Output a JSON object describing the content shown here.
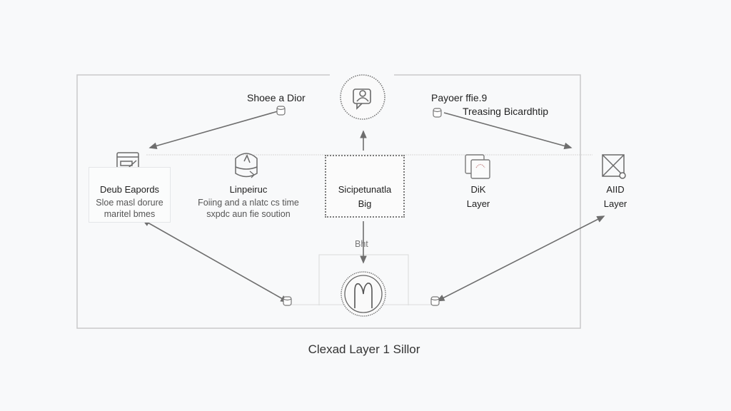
{
  "diagram": {
    "caption": "Clexad Layer 1 Sillor",
    "colors": {
      "background": "#f8f9fa",
      "frame": "#c9c9c9",
      "arrow": "#6e6e6e",
      "text": "#2b2b2b",
      "subtext": "#555555"
    },
    "top_node": {
      "icon": "chat-user-icon"
    },
    "bottom_node": {
      "icon": "monitor-m-icon"
    },
    "annotations": {
      "top_left": "Shoee a Dior",
      "top_right_a": "Payoer ffie.9",
      "top_right_b": "Treasing Bicardhtip",
      "bottom_center": "Bht"
    },
    "nodes": [
      {
        "id": "deub-eapords",
        "title": "Deub Eapords",
        "subtitle_1": "Sloe masl dorure",
        "subtitle_2": "maritel bmes",
        "icon": "notebook-icon"
      },
      {
        "id": "linpeiruc",
        "title": "Linpeiruc",
        "subtitle_1": "Foiing and a nlatc cs time",
        "subtitle_2": "sxpdc aun fie soution",
        "icon": "cylinder-storage-icon"
      },
      {
        "id": "sicipetunatla",
        "title_1": "Sicipetunatla",
        "title_2": "Big",
        "icon": "document-stack-icon"
      },
      {
        "id": "dik-layer",
        "title_1": "DiK",
        "title_2": "Layer",
        "icon": "layers-icon"
      },
      {
        "id": "aiid-layer",
        "title_1": "AIID",
        "title_2": "Layer",
        "icon": "crossed-box-icon"
      }
    ],
    "connectors": [
      {
        "from": "database-top-left",
        "to": "deub-eapords"
      },
      {
        "from": "database-top-right",
        "to": "aiid-layer"
      },
      {
        "from": "sicipetunatla",
        "to": "top-node"
      },
      {
        "from": "sicipetunatla",
        "to": "bottom-node"
      },
      {
        "from": "database-bottom-left",
        "to": "deub-eapords"
      },
      {
        "from": "database-bottom-right",
        "to": "aiid-layer"
      }
    ]
  }
}
